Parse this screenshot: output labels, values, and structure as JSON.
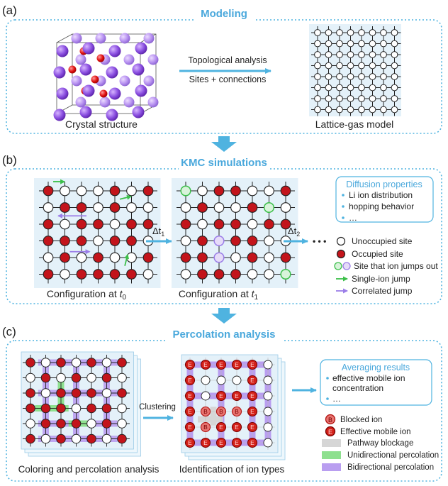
{
  "panels": {
    "a": {
      "label": "(a)",
      "title": "Modeling",
      "crystal_caption": "Crystal structure",
      "arrow_top": "Topological analysis",
      "arrow_bottom": "Sites + connections",
      "lattice_caption": "Lattice-gas model"
    },
    "b": {
      "label": "(b)",
      "title": "KMC simulations",
      "config0_caption": "Configuration at",
      "config0_sub": "0",
      "config1_caption": "Configuration at",
      "config1_sub": "1",
      "dt1_symbol": "Δt",
      "dt1_sub": "1",
      "dt2_symbol": "Δt",
      "dt2_sub": "2",
      "ellipsis": "• • •",
      "info_title": "Diffusion properties",
      "info_items": [
        "Li ion distribution",
        "hopping behavior",
        "…"
      ],
      "legend": [
        "Unoccupied site",
        "Occupied site",
        "Site that ion jumps out",
        "Single-ion jump",
        "Correlated jump"
      ]
    },
    "c": {
      "label": "(c)",
      "title": "Percolation analysis",
      "clustering_label": "Clustering",
      "left_caption": "Coloring and percolation analysis",
      "right_caption": "Identification of ion types",
      "info_title": "Averaging results",
      "info_items": [
        "effective mobile ion",
        "concentration",
        "…"
      ],
      "ion_letter_blocked": "B",
      "ion_letter_effective": "E",
      "legend": [
        "Blocked ion",
        "Effective mobile ion",
        "Pathway blockage",
        "Unidirectional percolation",
        "Bidirectional percolation"
      ]
    }
  },
  "colors": {
    "accent": "#4fb3e0",
    "title": "#4aa8dc",
    "occupied": "#c3141b",
    "lattice_bg": "#e4f1f9",
    "green": "#3cbf4a",
    "purple": "#9b7ee8",
    "purple_band": "#b99ef0",
    "green_band": "#8ee08f",
    "grey_band": "#d6d6d6"
  },
  "grids": {
    "config0": [
      "1000101",
      "0110100",
      "1011011",
      "1110110",
      "0101001",
      "1011110"
    ],
    "config1": [
      "1011001",
      "0100110",
      "1011011",
      "0111100",
      "1100101",
      "0111001"
    ],
    "config1_marks": [
      [
        0,
        0,
        "g"
      ],
      [
        1,
        5,
        "g"
      ],
      [
        5,
        6,
        "g"
      ],
      [
        3,
        2,
        "p"
      ],
      [
        4,
        2,
        "p"
      ]
    ],
    "ion_types": [
      "EEEEE",
      "E000E",
      "E0EEE",
      "EBBBE",
      "EBEEE",
      "EEEEE"
    ]
  }
}
